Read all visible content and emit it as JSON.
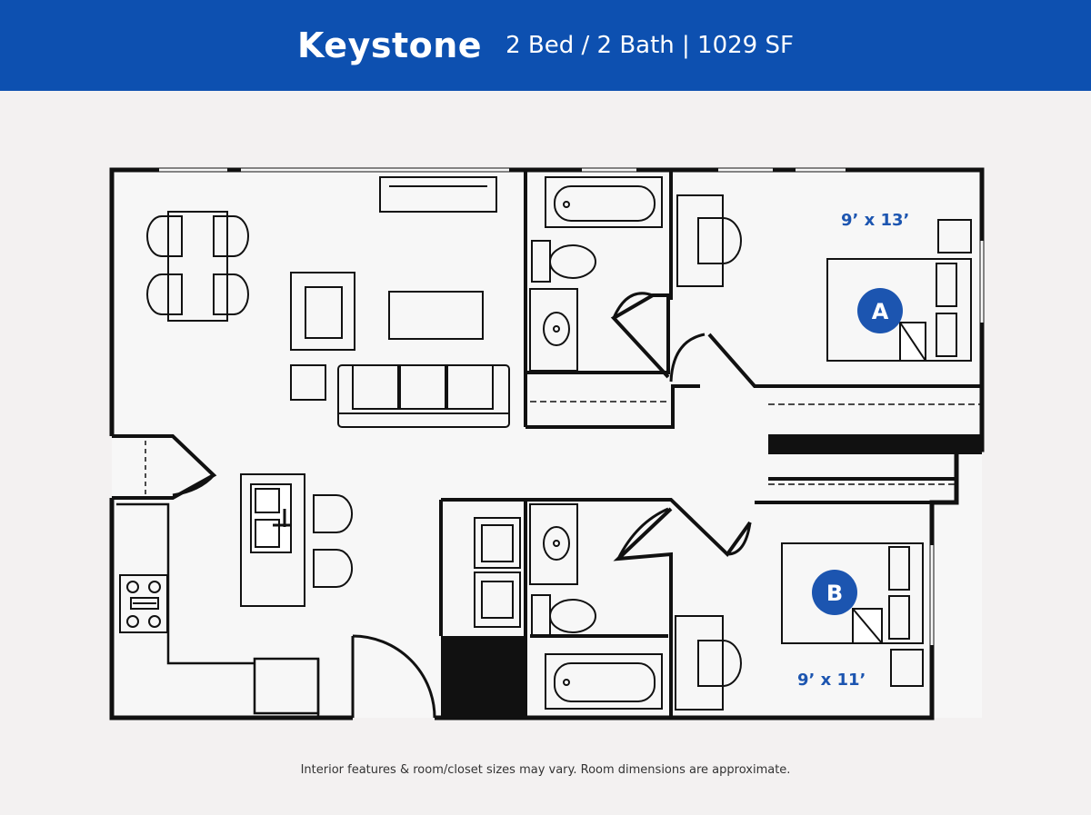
{
  "header": {
    "title": "Keystone",
    "subtitle": "2 Bed / 2 Bath | 1029 SF"
  },
  "bedrooms": [
    {
      "badge": "A",
      "dimensions": "9’ x 13’"
    },
    {
      "badge": "B",
      "dimensions": "9’ x 11’"
    }
  ],
  "footer": {
    "disclaimer": "Interior features & room/closet sizes may vary. Room dimensions are approximate."
  },
  "colors": {
    "header_bg": "#0d50b0",
    "accent": "#1c55b0",
    "wall": "#111111",
    "background": "#f3f1f1"
  }
}
